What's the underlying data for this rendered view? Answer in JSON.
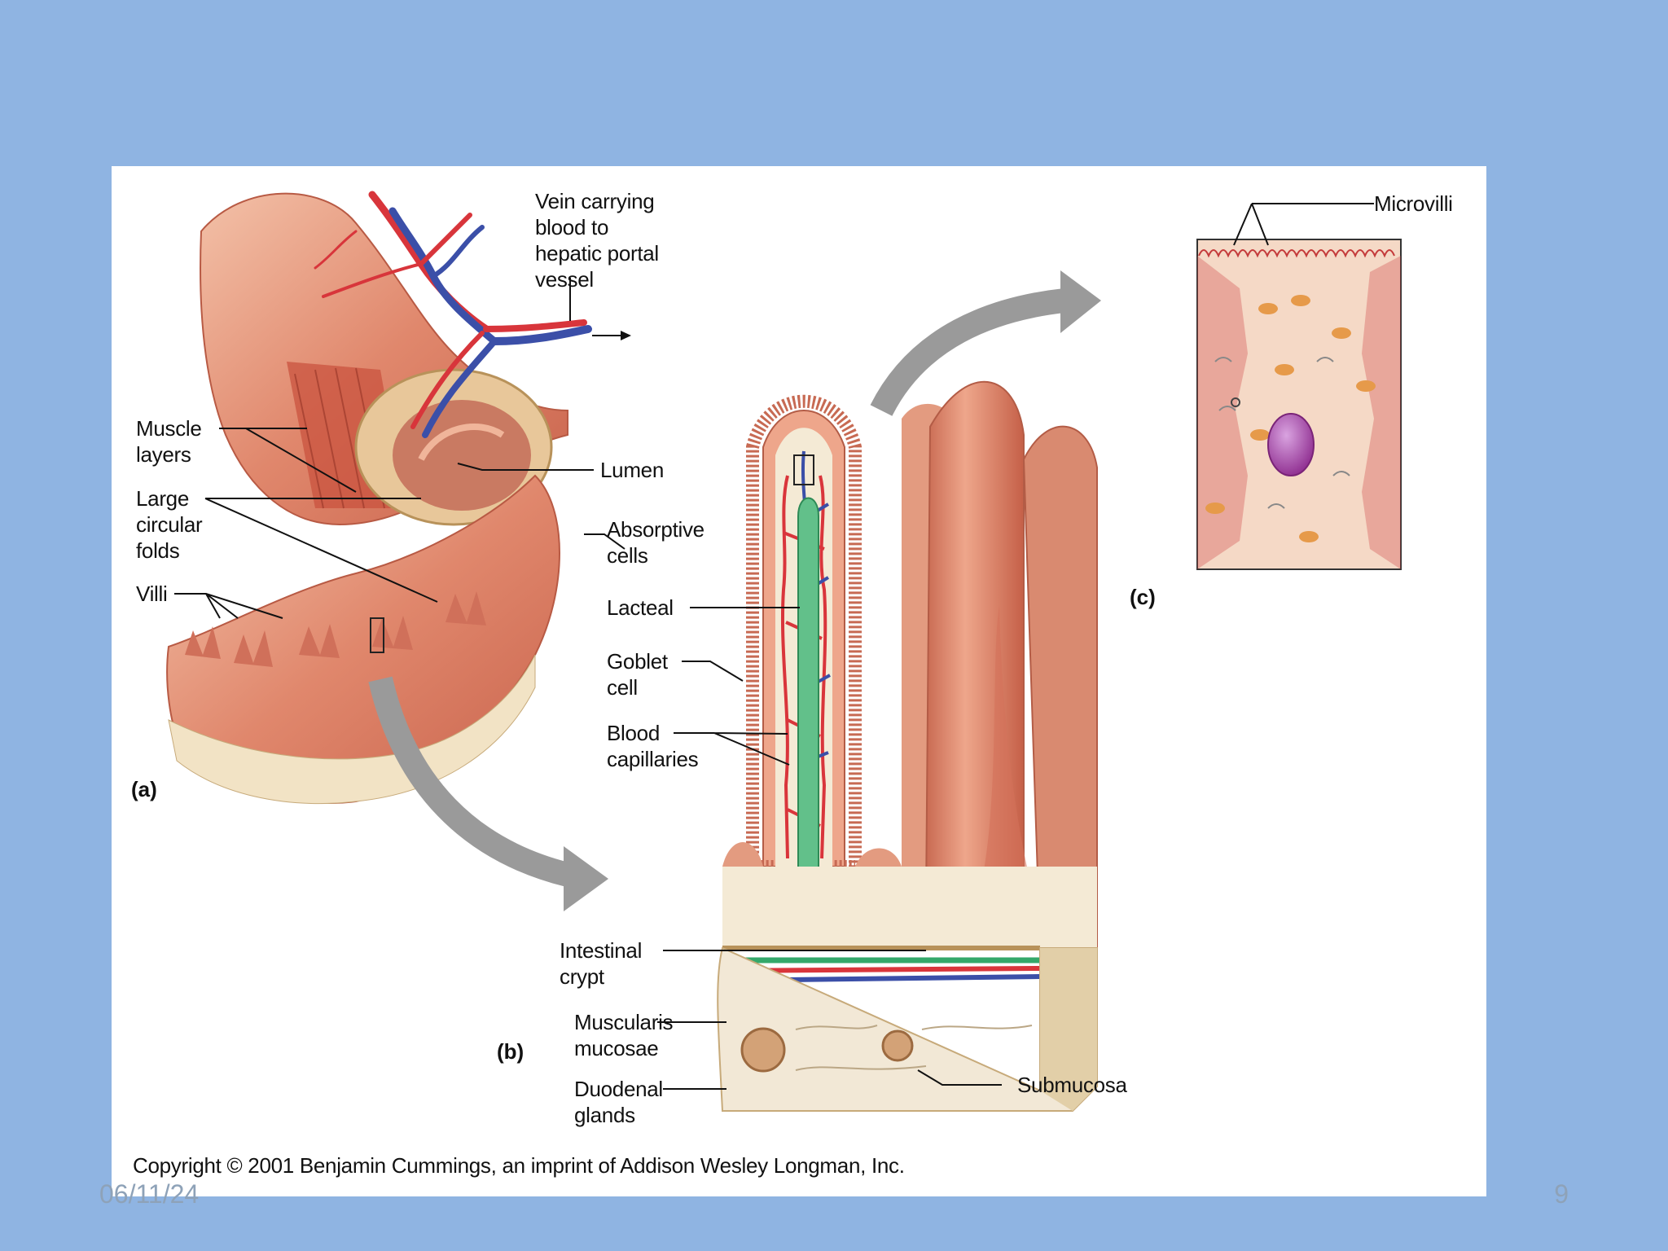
{
  "footer": {
    "date": "06/11/24",
    "slide_number": "9"
  },
  "figure": {
    "panel_a": {
      "tag": "(a)",
      "vein_label": [
        "Vein carrying",
        "blood to",
        "hepatic portal",
        "vessel"
      ],
      "muscle_label": [
        "Muscle",
        "layers"
      ],
      "folds_label": [
        "Large",
        "circular",
        "folds"
      ],
      "villi_label": "Villi",
      "lumen_label": "Lumen"
    },
    "panel_b": {
      "tag": "(b)",
      "absorptive_label": [
        "Absorptive",
        "cells"
      ],
      "lacteal_label": "Lacteal",
      "goblet_label": [
        "Goblet",
        "cell"
      ],
      "capillaries_label": [
        "Blood",
        "capillaries"
      ],
      "crypt_label": [
        "Intestinal",
        "crypt"
      ],
      "muscularis_label": [
        "Muscularis",
        "mucosae"
      ],
      "duodenal_label": [
        "Duodenal",
        "glands"
      ],
      "submucosa_label": "Submucosa"
    },
    "panel_c": {
      "tag": "(c)",
      "microvilli_label": "Microvilli"
    },
    "copyright": "Copyright © 2001 Benjamin Cummings, an imprint of Addison Wesley Longman, Inc."
  }
}
